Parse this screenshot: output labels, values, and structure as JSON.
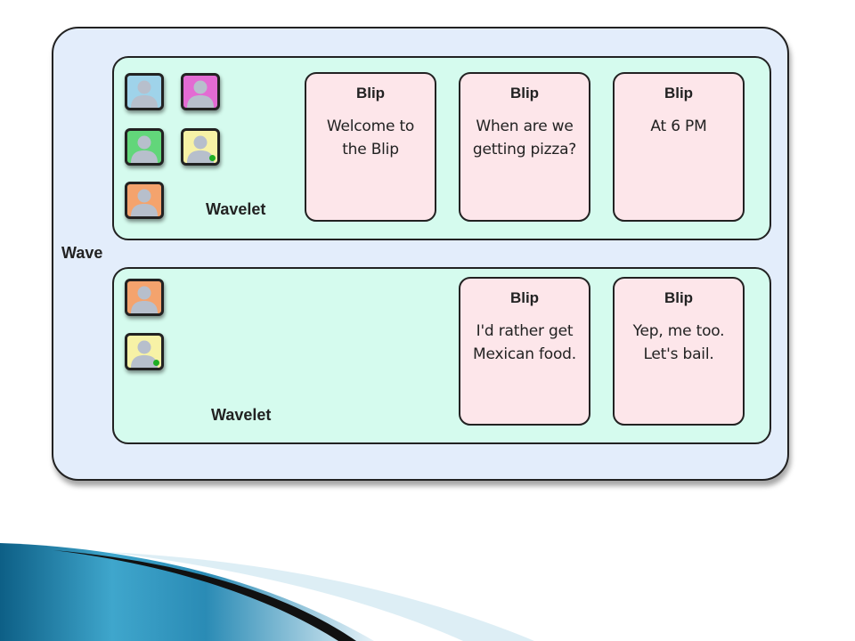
{
  "wave": {
    "label": "Wave",
    "wavelets": [
      {
        "label": "Wavelet",
        "avatars": [
          {
            "color": "#9fd3ea",
            "online": false
          },
          {
            "color": "#e36bd3",
            "online": false
          },
          {
            "color": "#62d67a",
            "online": false
          },
          {
            "color": "#f7f2a6",
            "online": true
          },
          {
            "color": "#f4a36d",
            "online": false
          }
        ],
        "blips": [
          {
            "title": "Blip",
            "text": "Welcome to\nthe Blip"
          },
          {
            "title": "Blip",
            "text": "When are we\ngetting pizza?"
          },
          {
            "title": "Blip",
            "text": "At 6 PM"
          }
        ]
      },
      {
        "label": "Wavelet",
        "avatars": [
          {
            "color": "#f4a36d",
            "online": false
          },
          {
            "color": "#f7f2a6",
            "online": true
          }
        ],
        "blips": [
          {
            "title": "Blip",
            "text": "I'd rather get\nMexican food."
          },
          {
            "title": "Blip",
            "text": "Yep, me too.\nLet's bail."
          }
        ]
      }
    ]
  },
  "colors": {
    "wave_bg": "#e3edfb",
    "wavelet_bg": "#d5fbee",
    "blip_bg": "#fde6ea",
    "swoosh": "#1d7fa3"
  }
}
